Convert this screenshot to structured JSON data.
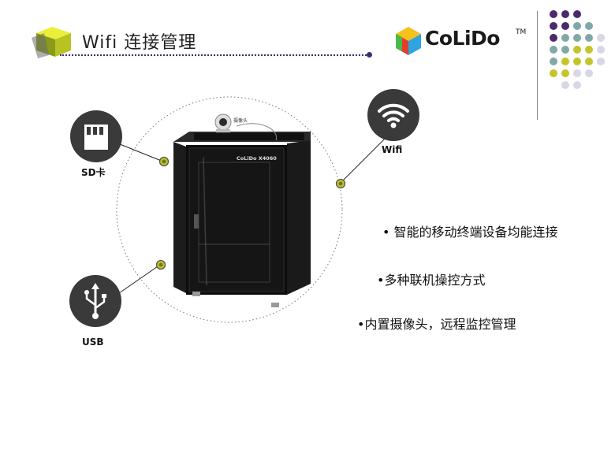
{
  "header": {
    "title": "Wifi 连接管理"
  },
  "logo": {
    "brand": "CoLiDo",
    "trademark": "TM"
  },
  "printer": {
    "model_label": "CoLiDo X4060",
    "camera_label": "摄像头"
  },
  "connections": [
    {
      "label": "SD卡",
      "icon": "sd-card-icon"
    },
    {
      "label": "USB",
      "icon": "usb-icon"
    },
    {
      "label": "Wifi",
      "icon": "wifi-icon"
    }
  ],
  "bullets": [
    "• 智能的移动终端设备均能连接",
    "•多种联机操控方式",
    "•内置摄像头，远程监控管理"
  ],
  "colors": {
    "accent_purple": "#4b2a6b",
    "accent_teal": "#7fa9a6",
    "accent_lime": "#c3c52a",
    "accent_lavender": "#d9d6e8",
    "icon_dark": "#3a3a3a"
  }
}
